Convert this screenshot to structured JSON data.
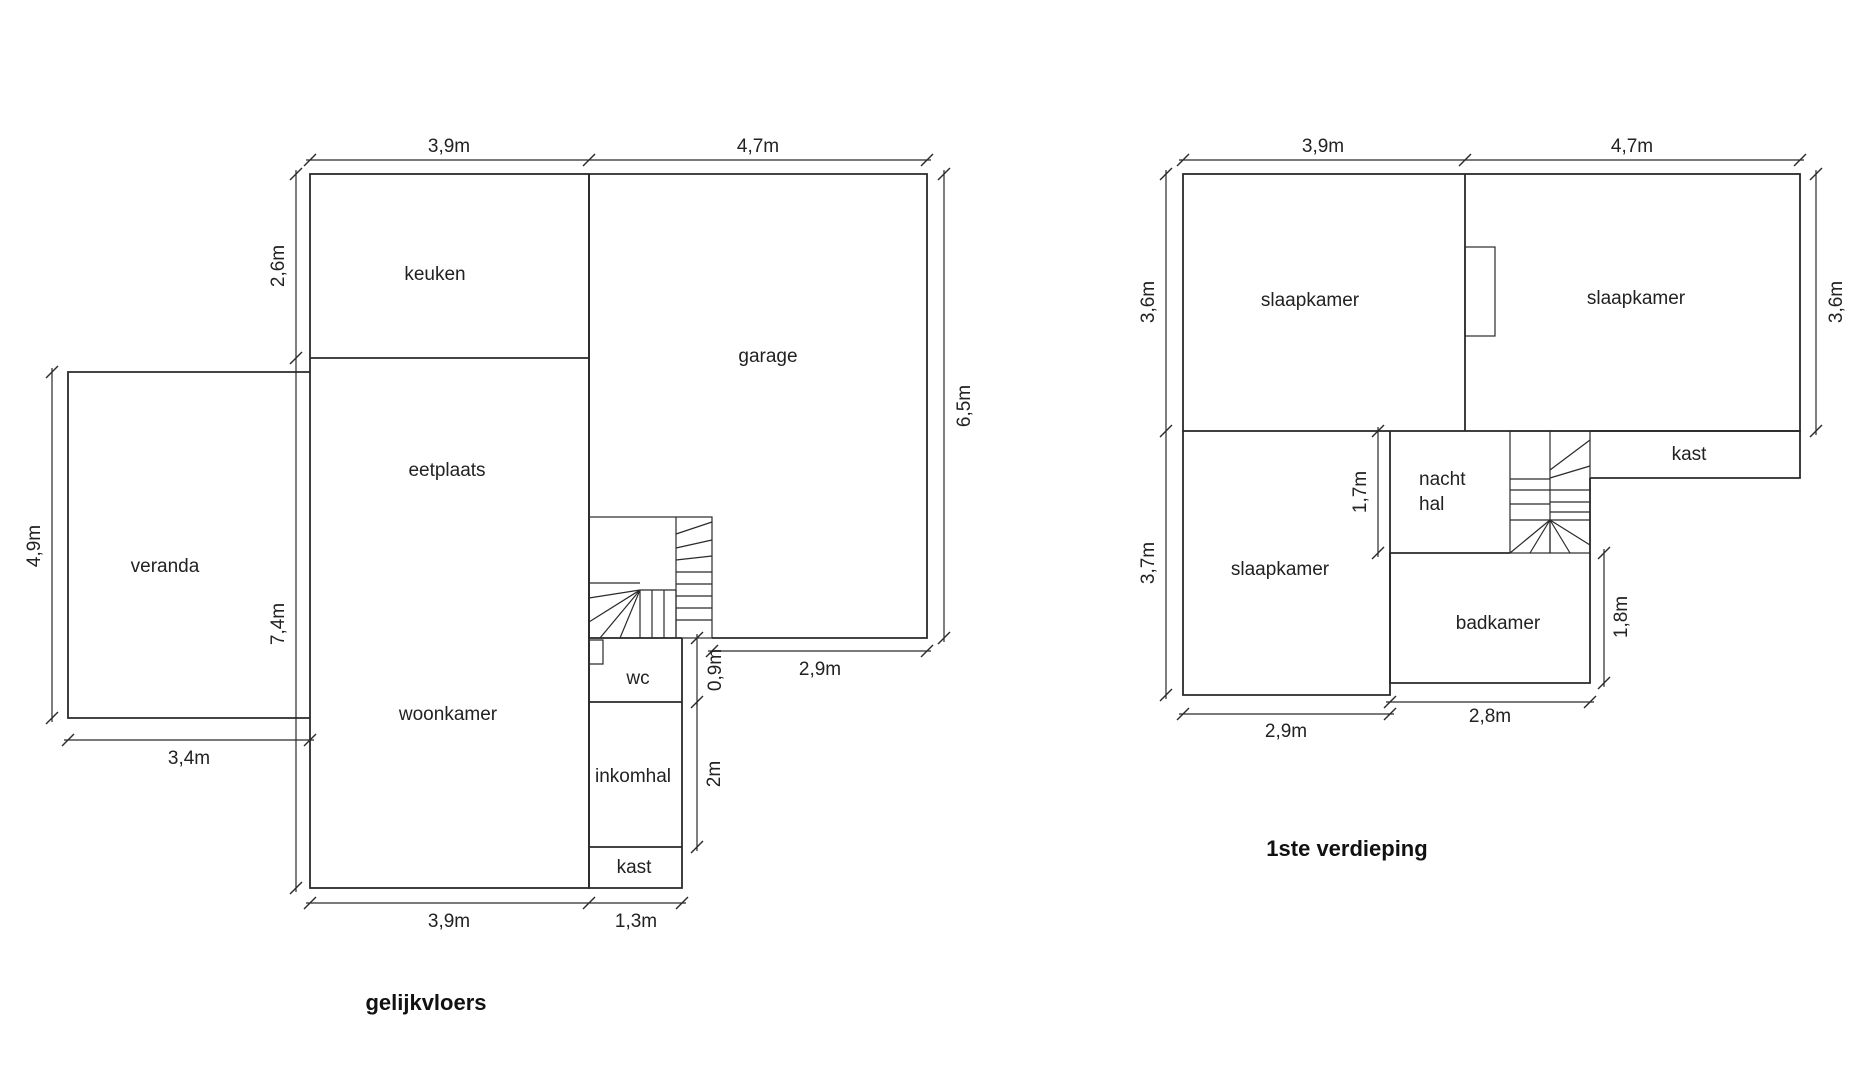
{
  "ground_floor": {
    "title": "gelijkvloers",
    "rooms": {
      "keuken": "keuken",
      "garage": "garage",
      "eetplaats": "eetplaats",
      "veranda": "veranda",
      "woonkamer": "woonkamer",
      "wc": "wc",
      "inkomhal": "inkomhal",
      "kast": "kast"
    },
    "dimensions": {
      "top_left": "3,9m",
      "top_right": "4,7m",
      "left_upper": "2,6m",
      "left_lower": "7,4m",
      "right": "6,5m",
      "veranda_height": "4,9m",
      "veranda_width": "3,4m",
      "garage_bottom": "2,9m",
      "wc_gap": "0,9m",
      "inkomhal_height": "2m",
      "bottom_left": "3,9m",
      "bottom_right": "1,3m"
    }
  },
  "first_floor": {
    "title": "1ste verdieping",
    "rooms": {
      "slaapkamer_tl": "slaapkamer",
      "slaapkamer_tr": "slaapkamer",
      "slaapkamer_bl": "slaapkamer",
      "nachthal_1": "nacht",
      "nachthal_2": "hal",
      "kast": "kast",
      "badkamer": "badkamer"
    },
    "dimensions": {
      "top_left": "3,9m",
      "top_right": "4,7m",
      "left_upper": "3,6m",
      "left_lower": "3,7m",
      "right": "3,6m",
      "nachthal_height": "1,7m",
      "badkamer_height": "1,8m",
      "bottom_left": "2,9m",
      "bottom_right": "2,8m"
    }
  }
}
